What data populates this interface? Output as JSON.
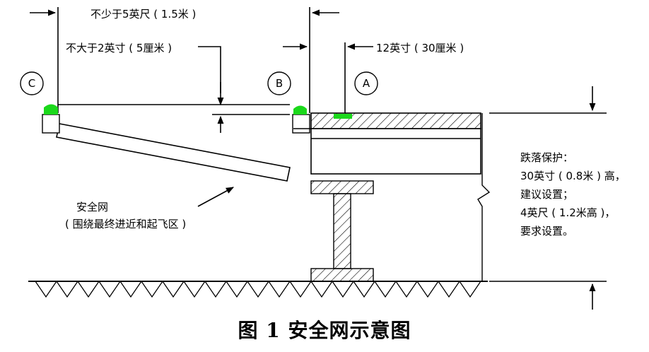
{
  "dimensions": {
    "min_horizontal": "不少于5英尺 ( 1.5米 )",
    "max_drop": "不大于2英寸 ( 5厘米 )",
    "edge_offset": "12英寸 ( 30厘米 )"
  },
  "markers": {
    "a": "A",
    "b": "B",
    "c": "C"
  },
  "net_label": {
    "line1": "安全网",
    "line2": "( 围绕最终进近和起飞区 )"
  },
  "fall_protection": {
    "line1": "跌落保护：",
    "line2": "30英寸 ( 0.8米 ) 高，",
    "line3": "建议设置；",
    "line4": "4英尺 ( 1.2米高 )，",
    "line5": "要求设置。"
  },
  "caption": "图 1  安全网示意图",
  "colors": {
    "light_green": "#1bd81b",
    "ink": "#000000"
  }
}
